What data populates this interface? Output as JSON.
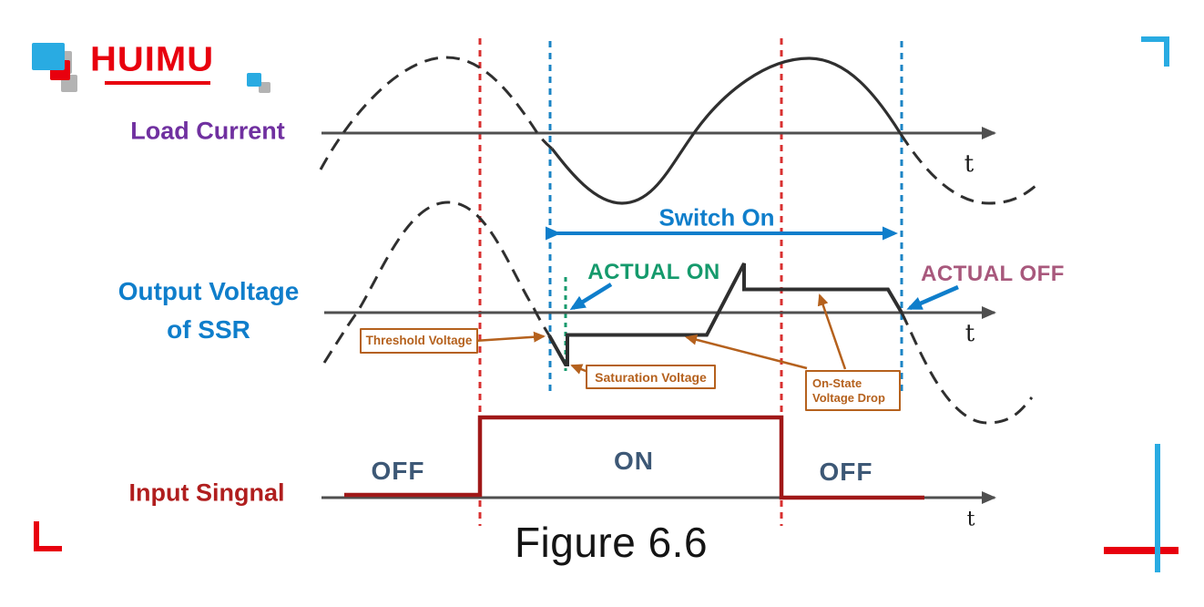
{
  "brand": {
    "name": "HUIMU"
  },
  "figure": {
    "caption": "Figure 6.6"
  },
  "axis": {
    "t": "t"
  },
  "plots": {
    "load_current": {
      "label": "Load Current"
    },
    "output_voltage": {
      "label_line1": "Output Voltage",
      "label_line2": "of SSR"
    },
    "input_signal": {
      "label": "Input Singnal",
      "states": [
        "OFF",
        "ON",
        "OFF"
      ]
    }
  },
  "annotations": {
    "switch_on": "Switch On",
    "actual_on": "ACTUAL ON",
    "actual_off": "ACTUAL OFF",
    "threshold_voltage": "Threshold Voltage",
    "saturation_voltage": "Saturation Voltage",
    "on_state_line1": "On-State",
    "on_state_line2": "Voltage Drop"
  },
  "colors": {
    "brand_red": "#e8000e",
    "brand_cyan": "#29abe2",
    "purple": "#7030a0",
    "blue": "#0f7ecb",
    "green": "#159a6c",
    "mauve": "#a8587c",
    "brown": "#b5611d",
    "signal_dark_red": "#a01818",
    "state_slate": "#3d5876",
    "dashed_red": "#d83030",
    "wave_dark": "#2f2f2f",
    "axis_gray": "#4f4f4f"
  }
}
